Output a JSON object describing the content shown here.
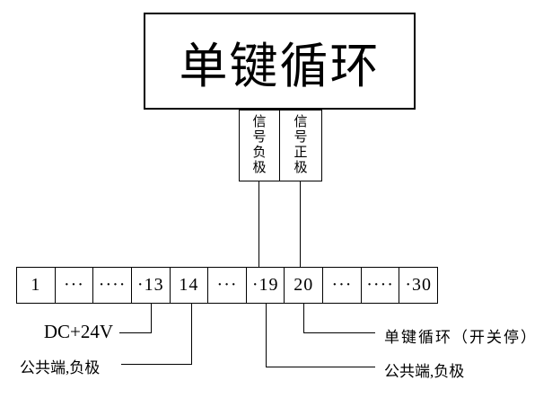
{
  "device": {
    "title": "单键循环"
  },
  "signal_terminals": [
    {
      "label": "信号负极"
    },
    {
      "label": "信号正极"
    }
  ],
  "terminal_strip": {
    "cells": [
      "1",
      "···",
      "····",
      "·13",
      "14",
      "···",
      "·19",
      "20",
      "···",
      "····",
      "·30"
    ]
  },
  "annotations": {
    "left": [
      {
        "label": "DC+24V",
        "terminal": "13"
      },
      {
        "label": "公共端,负极",
        "terminal": "14"
      }
    ],
    "right": [
      {
        "label": "单键循环（开关停）",
        "terminal": "20"
      },
      {
        "label": "公共端,负极",
        "terminal": "19"
      }
    ]
  },
  "colors": {
    "background": "#ffffff",
    "line": "#000000"
  }
}
